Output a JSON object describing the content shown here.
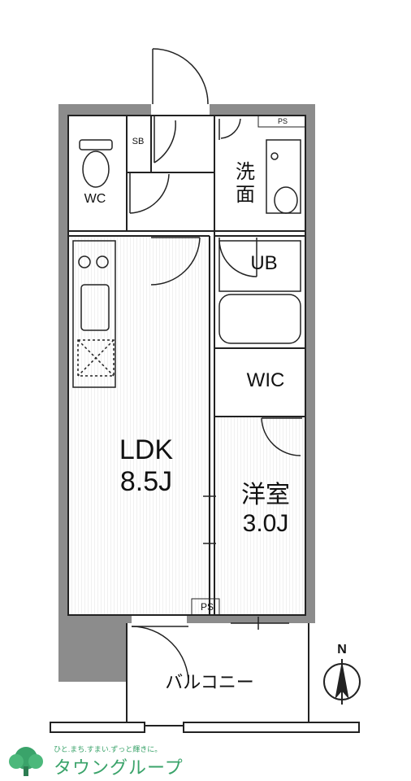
{
  "rooms": {
    "wc": "WC",
    "wash": "洗\n面",
    "ub": "UB",
    "wic": "WIC",
    "ldk": "LDK\n8.5J",
    "youshitsu": "洋室\n3.0J",
    "balcony": "バルコニー",
    "sb": "SB",
    "ps_top": "PS",
    "ps_bottom": "PS"
  },
  "compass": {
    "north": "N"
  },
  "logo": {
    "tagline": "ひと.まち.すまい.ずっと輝きに。",
    "name": "タウングループ",
    "icon": "tree-icon"
  },
  "colors": {
    "wall": "#8c8c8c",
    "line": "#222222",
    "brand": "#3aa36a"
  }
}
